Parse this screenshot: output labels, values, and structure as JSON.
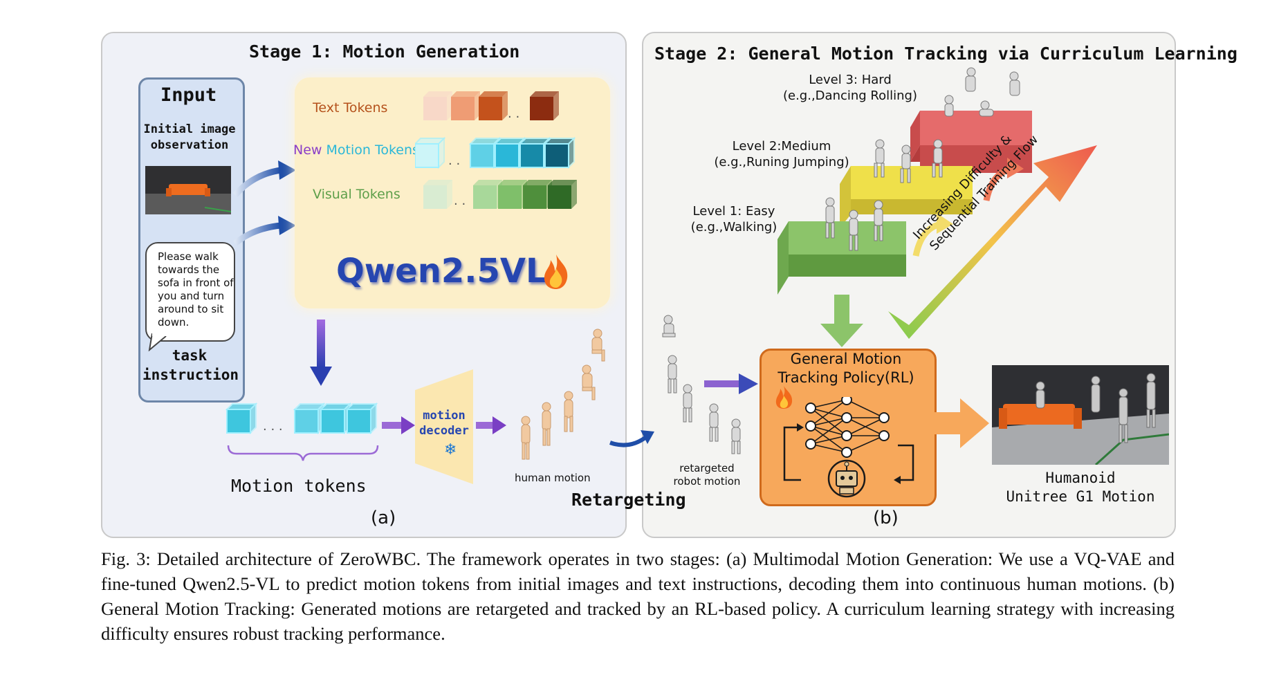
{
  "stage1": {
    "title": "Stage 1: Motion Generation",
    "input_title": "Input",
    "image_label": "Initial image\nobservation",
    "instruction_text": "Please walk towards the sofa in front of you and turn around to sit down.",
    "task_label": "task\ninstruction",
    "text_tokens": "Text Tokens",
    "new_word": "New",
    "motion_tokens_word": "Motion Tokens",
    "visual_tokens": "Visual Tokens",
    "model_name": "Qwen2.5VL",
    "decoder_label": "motion\ndecoder",
    "motion_tokens_label": "Motion tokens",
    "human_motion_label": "human motion",
    "panel_label": "(a)",
    "retargeting_label": "Retargeting",
    "ellipsis": ". . ."
  },
  "stage2": {
    "title": "Stage 2: General Motion Tracking via Curriculum Learning",
    "level3": "Level 3: Hard\n(e.g.,Dancing Rolling)",
    "level2": "Level 2:Medium\n(e.g.,Runing Jumping)",
    "level1": "Level 1: Easy\n(e.g.,Walking)",
    "arrow_text_1": "Increasing Difficulty &",
    "arrow_text_2": "Sequential Training Flow",
    "retargeted_label": "retargeted\nrobot motion",
    "policy_label": "General Motion\nTracking Policy(RL)",
    "humanoid_label": "Humanoid\nUnitree G1 Motion",
    "panel_label": "(b)"
  },
  "caption": "Fig. 3: Detailed architecture of ZeroWBC. The framework operates in two stages: (a) Multimodal Motion Generation: We use a VQ-VAE and fine-tuned Qwen2.5-VL to predict motion tokens from initial images and text instructions, decoding them into continuous human motions. (b) General Motion Tracking: Generated motions are retargeted and tracked by an RL-based policy. A curriculum learning strategy with increasing difficulty ensures robust tracking performance.",
  "colors": {
    "text_token": "#b5521c",
    "motion_token": "#2ab7d8",
    "visual_token": "#5e9f4a",
    "new_word": "#8a3ec8",
    "model_name": "#2646b0",
    "level1": "#8cc46a",
    "level2": "#efe04a",
    "level3": "#e56b6b",
    "policy": "#f7a85b"
  },
  "icons": [
    "fire-icon",
    "snowflake-icon",
    "robot-face-icon",
    "neural-network-icon"
  ]
}
